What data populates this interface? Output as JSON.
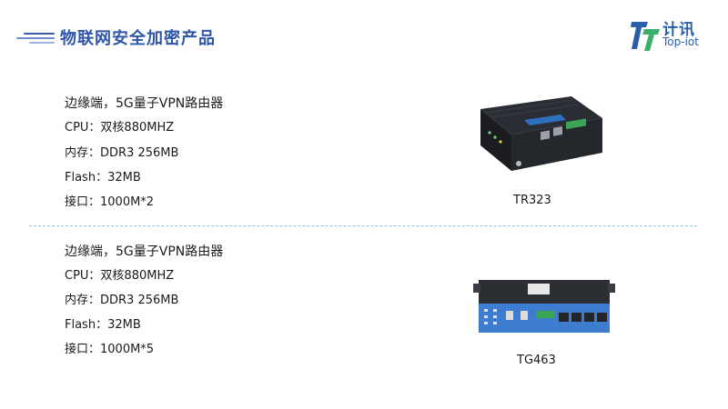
{
  "header": {
    "title": "物联网安全加密产品",
    "logo_zh": "计讯",
    "logo_en": "Top-iot",
    "accent_color": "#2f55a8"
  },
  "products": [
    {
      "title": "边缘端，5G量子VPN路由器",
      "cpu": "CPU：双核880MHZ",
      "memory": "内存：DDR3 256MB",
      "flash": "Flash：32MB",
      "port": "接口：1000M*2",
      "model": "TR323",
      "image": "router-black-device-icon"
    },
    {
      "title": "边缘端，5G量子VPN路由器",
      "cpu": "CPU：双核880MHZ",
      "memory": "内存：DDR3 256MB",
      "flash": "Flash：32MB",
      "port": "接口：1000M*5",
      "model": "TG463",
      "image": "gateway-blue-device-icon"
    }
  ]
}
